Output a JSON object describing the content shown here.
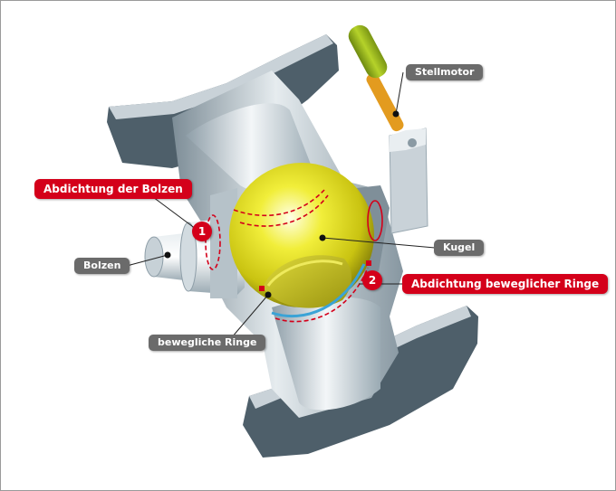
{
  "labels": {
    "stellmotor": "Stellmotor",
    "abdichtung_bolzen": "Abdichtung der Bolzen",
    "bolzen": "Bolzen",
    "kugel": "Kugel",
    "abdichtung_ringe": "Abdichtung beweglicher Ringe",
    "bewegliche_ringe": "bewegliche Ringe"
  },
  "badges": {
    "one": "1",
    "two": "2"
  },
  "colors": {
    "body_dark": "#4e5f6a",
    "body_light": "#c9d2d8",
    "ball": "#e8e41a",
    "accent_red": "#d4001a",
    "label_gray": "#6b6b6b",
    "motor_green": "#9ab51e",
    "motor_orange": "#e39b1f"
  }
}
